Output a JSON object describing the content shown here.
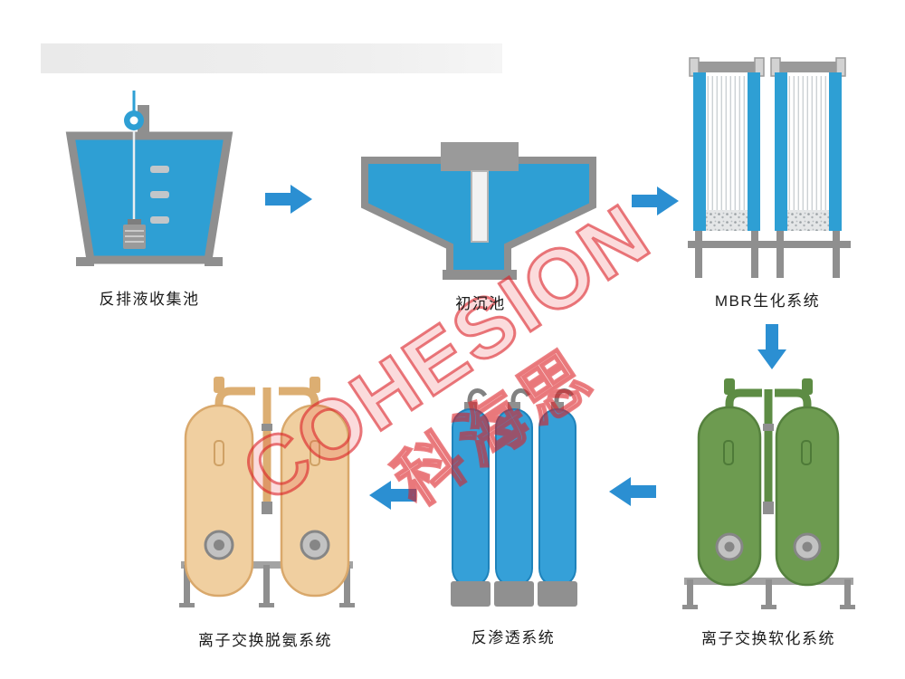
{
  "watermark": {
    "line1": "COHESION",
    "line2": "科海思",
    "color": "#e02528"
  },
  "stages": [
    {
      "id": "collection-tank",
      "label": "反排液收集池"
    },
    {
      "id": "primary-sedimentation",
      "label": "初沉池"
    },
    {
      "id": "mbr-system",
      "label": "MBR生化系统"
    },
    {
      "id": "ion-exchange-softening",
      "label": "离子交换软化系统"
    },
    {
      "id": "reverse-osmosis",
      "label": "反渗透系统"
    },
    {
      "id": "ion-exchange-deammoniation",
      "label": "离子交换脱氨系统"
    }
  ],
  "flow": {
    "sequence": [
      "反排液收集池",
      "初沉池",
      "MBR生化系统",
      "离子交换软化系统",
      "反渗透系统",
      "离子交换脱氨系统"
    ],
    "directions": [
      "right",
      "right",
      "down",
      "left",
      "left"
    ],
    "arrow_color": "#2b8fd2"
  },
  "colors": {
    "process_blue": "#2e9fd4",
    "structure_gray": "#8f8f8f",
    "softening_green": "#6d9b50",
    "deammoniation_tan": "#f0cfa0",
    "watermark_red": "#e02528",
    "header_bar_gray": "#ededed"
  }
}
